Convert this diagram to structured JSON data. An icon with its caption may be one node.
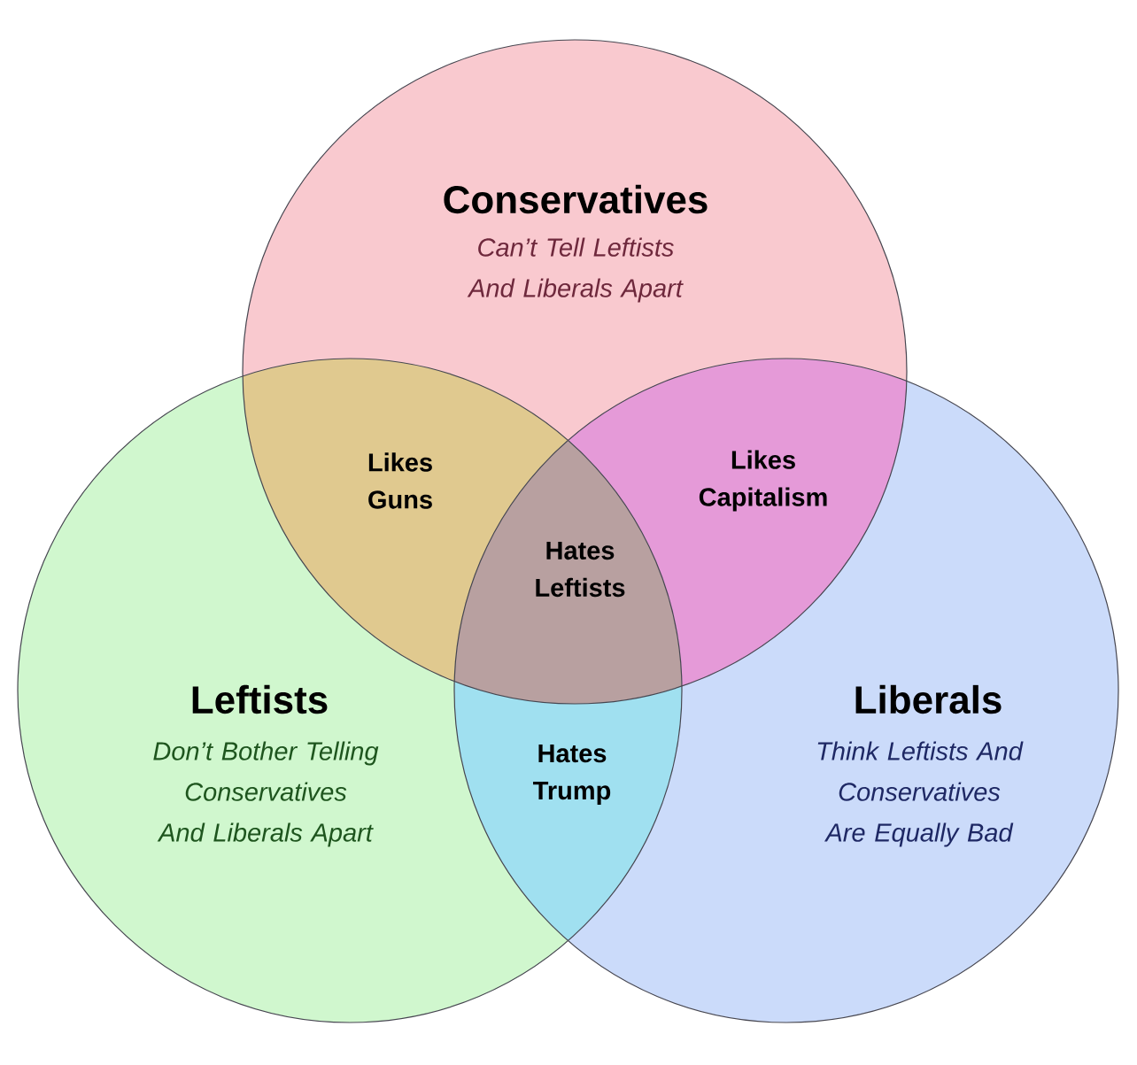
{
  "diagram": {
    "nodes": [
      {
        "text": [
          "Conservatives",
          "Can’t Tell Leftists And Liberals Apart"
        ]
      },
      {
        "text": [
          "Leftists",
          "Don’t Bother Telling Conservatives And Liberals Apart"
        ]
      },
      {
        "text": [
          "Liberals",
          "Think Leftists And Conservatives Are Equally Bad"
        ]
      }
    ],
    "edges": [],
    "labels": [
      "Likes Guns",
      "Likes Capitalism",
      "Hates Leftists",
      "Hates Trump"
    ]
  }
}
